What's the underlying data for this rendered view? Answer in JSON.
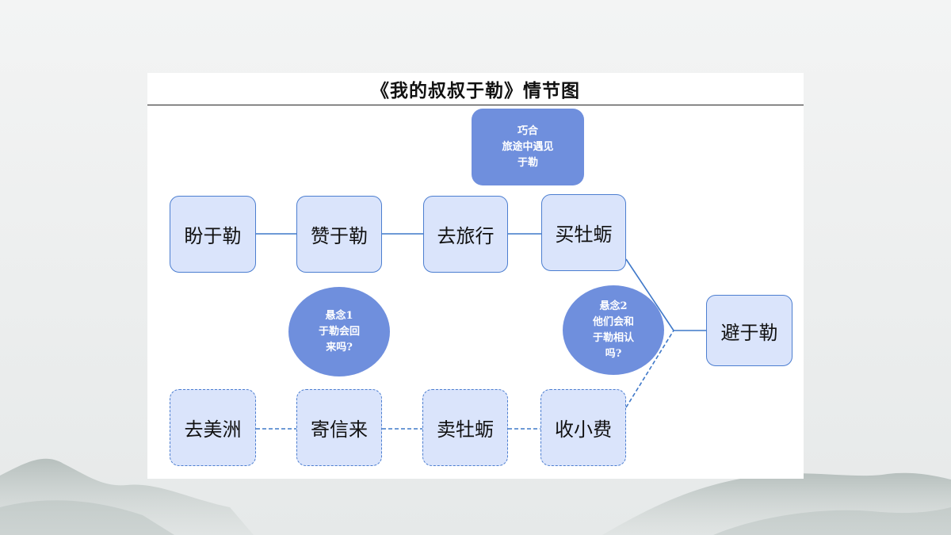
{
  "title": "《我的叔叔于勒》情节图",
  "top_row": [
    "盼于勒",
    "赞于勒",
    "去旅行",
    "买牡蛎"
  ],
  "bottom_row": [
    "去美洲",
    "寄信来",
    "卖牡蛎",
    "收小费"
  ],
  "end_node": "避于勒",
  "callouts": {
    "coincidence": [
      "巧合",
      "旅途中遇见",
      "于勒"
    ],
    "suspense1": [
      "悬念1",
      "于勒会回",
      "来吗?"
    ],
    "suspense2": [
      "悬念2",
      "他们会和",
      "于勒相认",
      "吗?"
    ]
  },
  "colors": {
    "node_fill": "#dae4fb",
    "node_border": "#4c7ed0",
    "callout_fill": "#6f8fdd",
    "connector": "#3f78c9"
  }
}
